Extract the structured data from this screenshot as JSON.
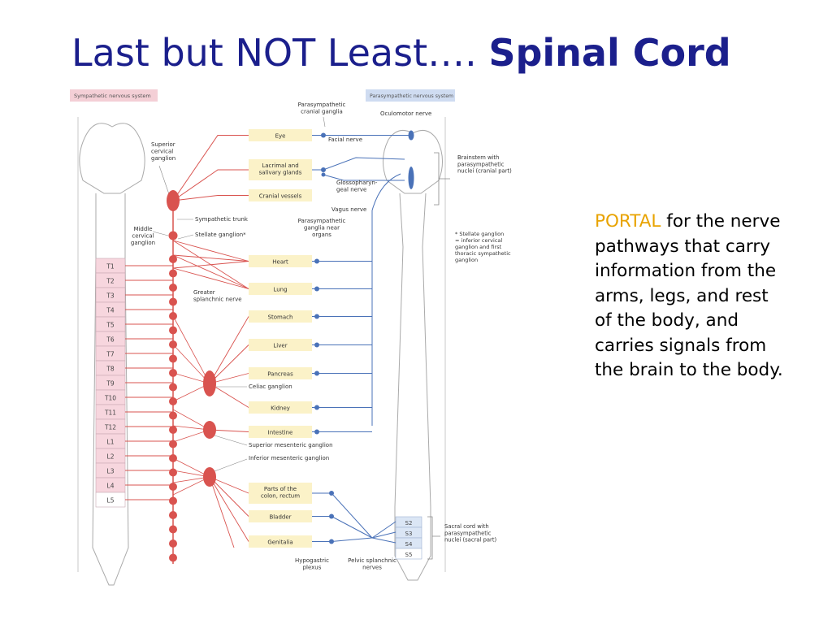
{
  "slide": {
    "title_plain": "Last but NOT Least….",
    "title_bold": "Spinal Cord",
    "portal_word": "PORTAL",
    "portal_text": " for the nerve pathways that carry information from the arms, legs, and rest of the body, and carries signals from the brain to the body."
  },
  "diagram": {
    "sympathetic_header": "Sympathetic nervous system",
    "parasympathetic_header": "Parasympathetic nervous system",
    "left_labels": {
      "superior_cervical": [
        "Superior",
        "cervical",
        "ganglion"
      ],
      "middle_cervical": [
        "Middle",
        "cervical",
        "ganglion"
      ],
      "sympathetic_trunk": "Sympathetic trunk",
      "stellate": "Stellate ganglion*",
      "greater_splanchnic": [
        "Greater",
        "splanchnic nerve"
      ],
      "celiac": "Celiac ganglion",
      "superior_mesenteric": "Superior mesenteric ganglion",
      "inferior_mesenteric": "Inferior mesenteric ganglion",
      "hypogastric": [
        "Hypogastric",
        "plexus"
      ]
    },
    "right_labels": {
      "cranial_ganglia": [
        "Parasympathetic",
        "cranial ganglia"
      ],
      "oculomotor": "Oculomotor nerve",
      "facial": "Facial nerve",
      "glossopharyngeal": [
        "Glossopharyn-",
        "geal nerve"
      ],
      "vagus": "Vagus nerve",
      "ganglia_near_organs": [
        "Parasympathetic",
        "ganglia near",
        "organs"
      ],
      "brainstem": [
        "Brainstem with",
        "parasympathetic",
        "nuclei (cranial part)"
      ],
      "stellate_note": [
        "* Stellate ganglion",
        "= inferior cervical",
        "ganglion and first",
        "thoracic sympathetic",
        "ganglion"
      ],
      "pelvic_splanchnic": [
        "Pelvic splanchnic",
        "nerves"
      ],
      "sacral_cord": [
        "Sacral cord with",
        "parasympathetic",
        "nuclei (sacral part)"
      ]
    },
    "organs": [
      [
        "Eye"
      ],
      [
        "Lacrimal and",
        "salivary glands"
      ],
      [
        "Cranial vessels"
      ],
      [
        "Heart"
      ],
      [
        "Lung"
      ],
      [
        "Stomach"
      ],
      [
        "Liver"
      ],
      [
        "Pancreas"
      ],
      [
        "Kidney"
      ],
      [
        "Intestine"
      ],
      [
        "Parts of the",
        "colon, rectum"
      ],
      [
        "Bladder"
      ],
      [
        "Genitalia"
      ]
    ],
    "vertebrae": [
      "T1",
      "T2",
      "T3",
      "T4",
      "T5",
      "T6",
      "T7",
      "T8",
      "T9",
      "T10",
      "T11",
      "T12",
      "L1",
      "L2",
      "L3",
      "L4",
      "L5"
    ],
    "sacral_segments": [
      "S2",
      "S3",
      "S4",
      "S5"
    ],
    "colors": {
      "sympathetic": "#d9534f",
      "parasympathetic": "#4a72b8",
      "organ_box": "#fbf2c8",
      "segment_pink": "#f7d6de",
      "segment_blue": "#dbe6f5",
      "title": "#1b1f8c",
      "highlight": "#e8a300"
    }
  }
}
